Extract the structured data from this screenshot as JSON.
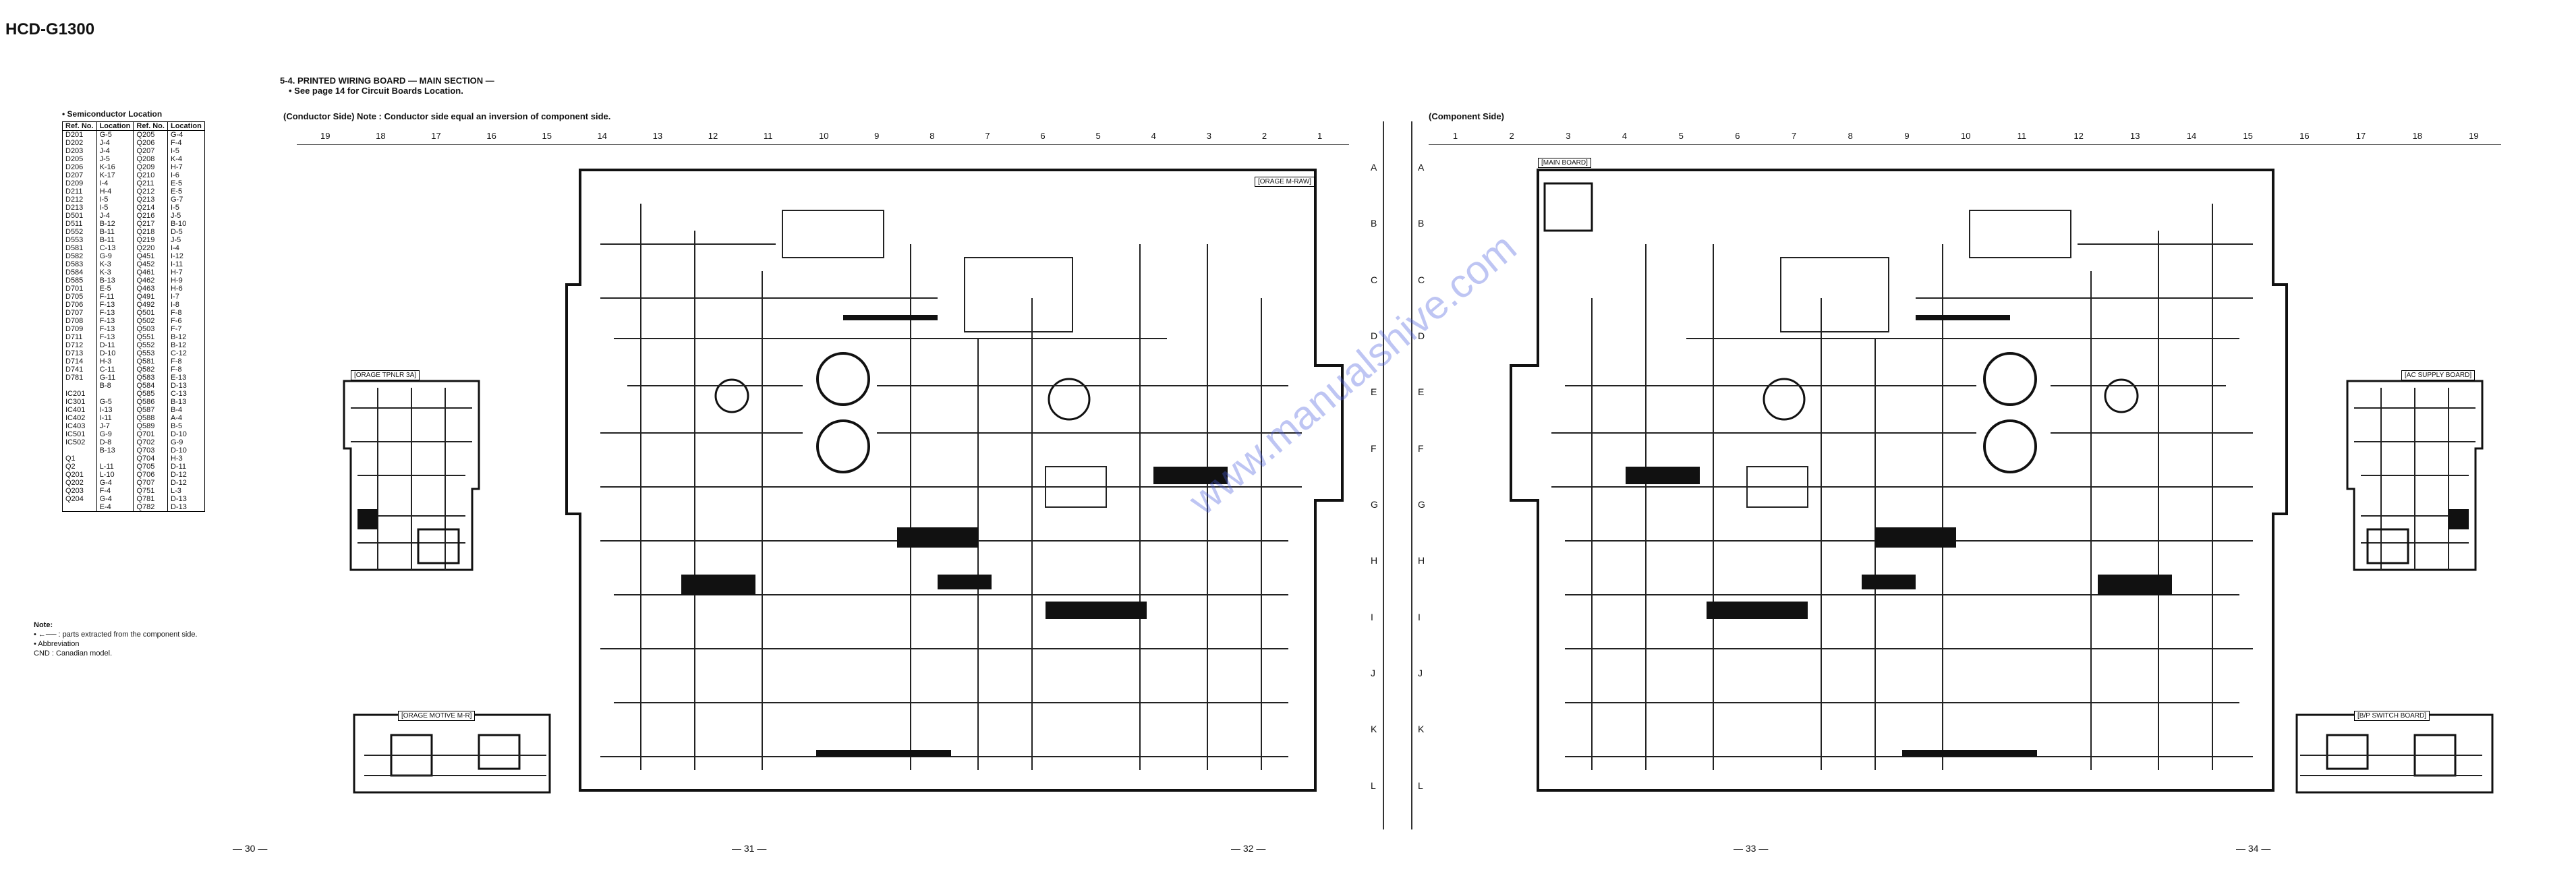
{
  "model": "HCD-G1300",
  "section": {
    "title": "5-4. PRINTED WIRING BOARD — MAIN SECTION —",
    "subtitle": "• See page 14 for Circuit Boards Location.",
    "left_caption": "(Conductor Side) Note : Conductor side equal an inversion of component side.",
    "right_caption": "(Component Side)"
  },
  "semiconductor": {
    "heading": "• Semiconductor Location",
    "headers": [
      "Ref. No.",
      "Location",
      "Ref. No.",
      "Location"
    ],
    "col1_refs": [
      "D201",
      "D202",
      "D203",
      "D205",
      "D206",
      "D207",
      "D209",
      "D211",
      "D212",
      "D213",
      "D501",
      "D511",
      "D552",
      "D553",
      "D581",
      "D582",
      "D583",
      "D584",
      "D585",
      "D701",
      "D705",
      "D706",
      "D707",
      "D708",
      "D709",
      "D711",
      "D712",
      "D713",
      "D714",
      "D741",
      "D781",
      "",
      "IC201",
      "IC301",
      "IC401",
      "IC402",
      "IC403",
      "IC501",
      "IC502",
      "",
      "Q1",
      "Q2",
      "Q201",
      "Q202",
      "Q203",
      "Q204"
    ],
    "col1_locs": [
      "G-5",
      "J-4",
      "J-4",
      "J-5",
      "K-16",
      "K-17",
      "I-4",
      "H-4",
      "I-5",
      "I-5",
      "J-4",
      "B-12",
      "B-11",
      "B-11",
      "C-13",
      "G-9",
      "K-3",
      "K-3",
      "B-13",
      "E-5",
      "F-11",
      "F-13",
      "F-13",
      "F-13",
      "F-13",
      "F-13",
      "D-11",
      "D-10",
      "H-3",
      "C-11",
      "G-11",
      "B-8",
      "",
      "G-5",
      "I-13",
      "I-11",
      "J-7",
      "G-9",
      "D-8",
      "B-13",
      "",
      "L-11",
      "L-10",
      "G-4",
      "F-4",
      "G-4",
      "E-4"
    ],
    "col2_refs": [
      "Q205",
      "Q206",
      "Q207",
      "Q208",
      "Q209",
      "Q210",
      "Q211",
      "Q212",
      "Q213",
      "Q214",
      "Q216",
      "Q217",
      "Q218",
      "Q219",
      "Q220",
      "Q451",
      "Q452",
      "Q461",
      "Q462",
      "Q463",
      "Q491",
      "Q492",
      "Q501",
      "Q502",
      "Q503",
      "Q551",
      "Q552",
      "Q553",
      "Q581",
      "Q582",
      "Q583",
      "Q584",
      "Q585",
      "Q586",
      "Q587",
      "Q588",
      "Q589",
      "Q701",
      "Q702",
      "Q703",
      "Q704",
      "Q705",
      "Q706",
      "Q707",
      "Q751",
      "Q781",
      "Q782"
    ],
    "col2_locs": [
      "G-4",
      "F-4",
      "I-5",
      "K-4",
      "H-7",
      "I-6",
      "E-5",
      "E-5",
      "G-7",
      "I-5",
      "J-5",
      "B-10",
      "D-5",
      "J-5",
      "I-4",
      "I-12",
      "I-11",
      "H-7",
      "H-9",
      "H-6",
      "I-7",
      "I-8",
      "F-8",
      "F-6",
      "F-7",
      "B-12",
      "B-12",
      "C-12",
      "F-8",
      "F-8",
      "E-13",
      "D-13",
      "C-13",
      "B-13",
      "B-4",
      "A-4",
      "B-5",
      "D-10",
      "G-9",
      "D-10",
      "H-3",
      "D-11",
      "D-12",
      "D-12",
      "L-3",
      "D-13",
      "D-13"
    ]
  },
  "notes": {
    "title": "Note:",
    "line1": "•  ←── : parts extracted from the component side.",
    "line2": "•  Abbreviation",
    "line3": "   CND  : Canadian model."
  },
  "page_numbers": [
    "— 30 —",
    "— 31 —",
    "— 32 —",
    "— 33 —",
    "— 34 —"
  ],
  "grid": {
    "left_numbers": [
      "19",
      "18",
      "17",
      "16",
      "15",
      "14",
      "13",
      "12",
      "11",
      "10",
      "9",
      "8",
      "7",
      "6",
      "5",
      "4",
      "3",
      "2",
      "1"
    ],
    "right_numbers": [
      "1",
      "2",
      "3",
      "4",
      "5",
      "6",
      "7",
      "8",
      "9",
      "10",
      "11",
      "12",
      "13",
      "14",
      "15",
      "16",
      "17",
      "18",
      "19"
    ],
    "letters": [
      "A",
      "B",
      "C",
      "D",
      "E",
      "F",
      "G",
      "H",
      "I",
      "J",
      "K",
      "L"
    ]
  },
  "board_labels": {
    "left": [
      "[ORAGE M-RAW]",
      "[ORAGE TPNLR 3A]",
      "[ORAGE MOTIVE M-R]",
      "[MAIN BOARD]"
    ],
    "right": [
      "[MAIN BOARD]",
      "[AC SUPPLY BOARD]",
      "[B/P SWITCH BOARD]"
    ]
  },
  "watermark": "www.manualshive.com"
}
